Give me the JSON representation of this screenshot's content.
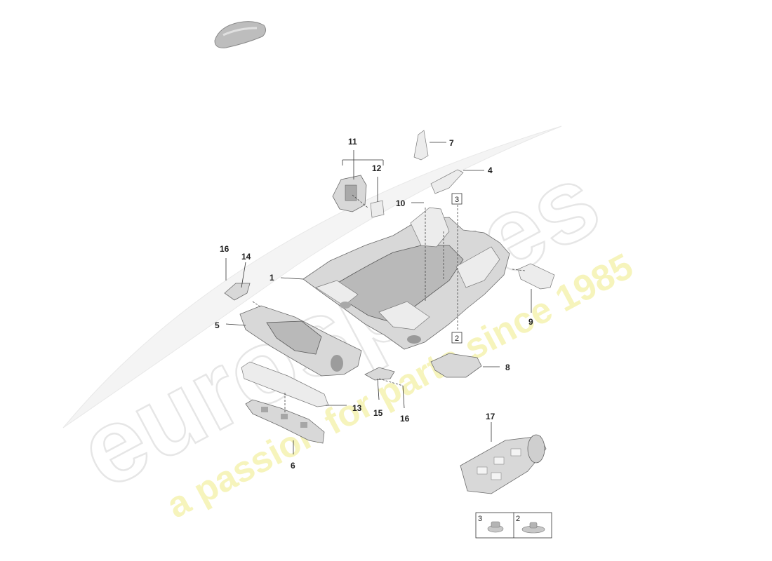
{
  "watermark": {
    "brand": "eurospares",
    "tagline": "a passion for parts since 1985"
  },
  "callouts": {
    "c1": "1",
    "c4": "4",
    "c5": "5",
    "c6": "6",
    "c7": "7",
    "c8": "8",
    "c9": "9",
    "c10": "10",
    "c11": "11",
    "c12": "12",
    "c13": "13",
    "c14": "14",
    "c15": "15",
    "c16a": "16",
    "c16b": "16",
    "c17": "17"
  },
  "box_refs": {
    "b3": "3",
    "b2": "2"
  },
  "legend": {
    "item3": "3",
    "item2": "2"
  },
  "icons": [
    "car-silhouette-icon",
    "fastener-nut-icon",
    "fastener-clip-icon"
  ]
}
